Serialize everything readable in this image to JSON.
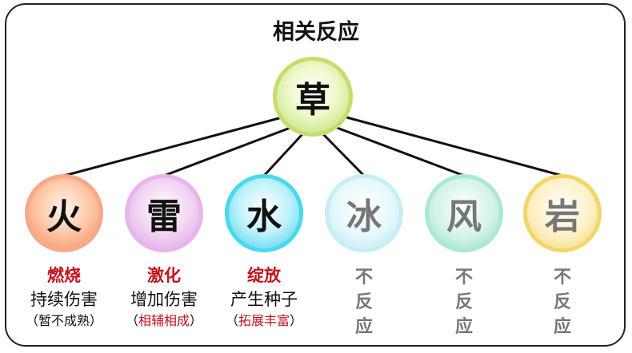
{
  "title": "相关反应",
  "center": {
    "label": "草"
  },
  "elements": [
    {
      "label": "火",
      "color": "#f4875e"
    },
    {
      "label": "雷",
      "color": "#d8a0e3"
    },
    {
      "label": "水",
      "color": "#3fcfe9"
    },
    {
      "label": "冰",
      "color": "#b6e6ef"
    },
    {
      "label": "风",
      "color": "#8fdcc5"
    },
    {
      "label": "岩",
      "color": "#f4d26a"
    }
  ],
  "reactions": [
    {
      "name": "燃烧",
      "effect": "持续伤害",
      "note_open": "（",
      "note": "暂不成熟",
      "note_close": "）"
    },
    {
      "name": "激化",
      "effect": "增加伤害",
      "note_open": "（",
      "note": "相辅相成",
      "note_close": "）"
    },
    {
      "name": "绽放",
      "effect": "产生种子",
      "note_open": "（",
      "note": "拓展丰富",
      "note_close": "）"
    }
  ],
  "no_reaction": [
    "不",
    "反",
    "应"
  ],
  "colors": {
    "reaction_red": "#c0141d",
    "muted_gray": "#777777"
  }
}
